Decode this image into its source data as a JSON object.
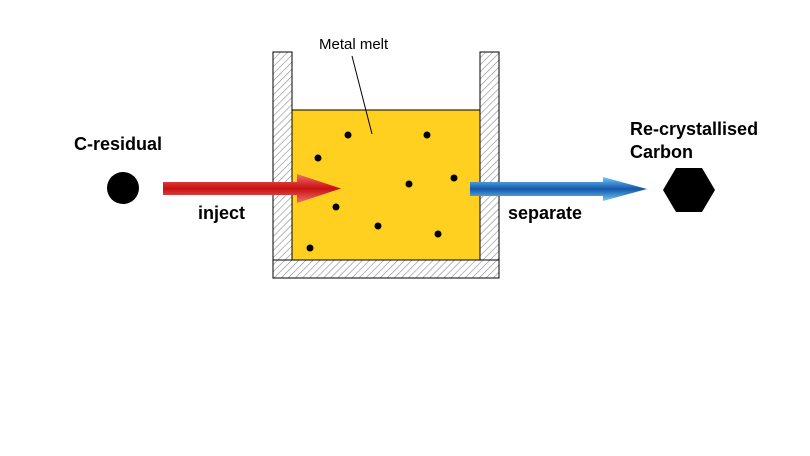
{
  "labels": {
    "input": "C-residual",
    "melt": "Metal melt",
    "inject": "inject",
    "separate": "separate",
    "output_line1": "Re-crystallised",
    "output_line2": "Carbon"
  },
  "colors": {
    "melt": "#FFD020",
    "inject_arrow_light": "#F07070",
    "inject_arrow_dark": "#C81010",
    "separate_arrow_light": "#70C8FF",
    "separate_arrow_dark": "#1458A8",
    "particle": "#000000",
    "hatch": "#808080"
  },
  "icons": {
    "input": "carbon-particle-circle",
    "output": "crystal-hexagon"
  }
}
